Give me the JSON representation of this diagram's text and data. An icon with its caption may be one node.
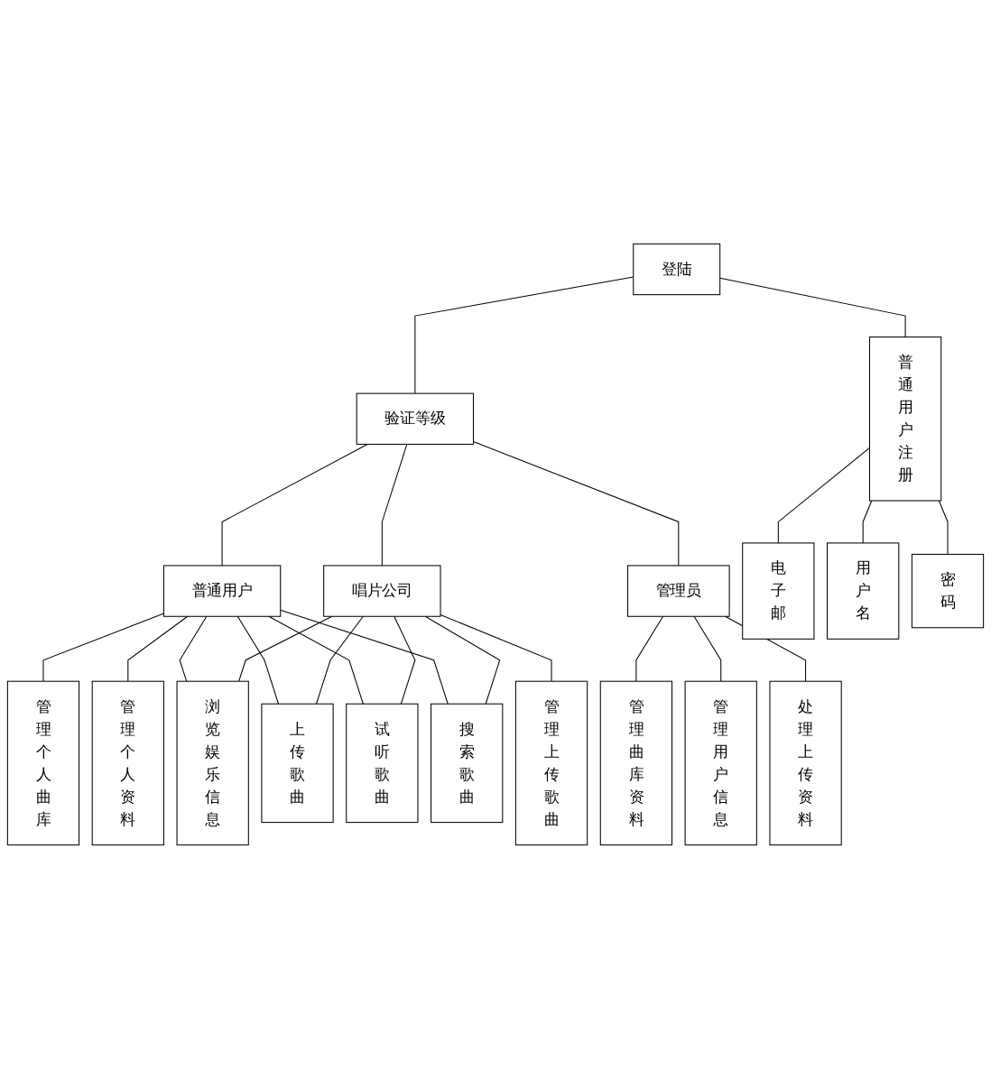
{
  "diagram": {
    "nodes": [
      {
        "text": [
          "登陆"
        ]
      },
      {
        "text": [
          "验证等级"
        ]
      },
      {
        "text": [
          "普通用户"
        ]
      },
      {
        "text": [
          "唱片公司"
        ]
      },
      {
        "text": [
          "管理员"
        ]
      },
      {
        "text": [
          "管理个人曲库"
        ]
      },
      {
        "text": [
          "管理个人资料"
        ]
      },
      {
        "text": [
          "浏览娱乐信息"
        ]
      },
      {
        "text": [
          "上传歌曲"
        ]
      },
      {
        "text": [
          "试听歌曲"
        ]
      },
      {
        "text": [
          "搜索歌曲"
        ]
      },
      {
        "text": [
          "管理上传歌曲"
        ]
      },
      {
        "text": [
          "管理曲库资料"
        ]
      },
      {
        "text": [
          "管理用户信息"
        ]
      },
      {
        "text": [
          "处理上传资料"
        ]
      },
      {
        "text": [
          "普通用户注册"
        ]
      },
      {
        "text": [
          "电子邮"
        ]
      },
      {
        "text": [
          "用户名"
        ]
      },
      {
        "text": [
          "密码"
        ]
      }
    ],
    "edges": [
      {
        "from": 0,
        "to": 1,
        "arrow": "none"
      },
      {
        "from": 0,
        "to": 15,
        "arrow": "none"
      },
      {
        "from": 1,
        "to": 2,
        "arrow": "none"
      },
      {
        "from": 1,
        "to": 3,
        "arrow": "none"
      },
      {
        "from": 1,
        "to": 4,
        "arrow": "none"
      },
      {
        "from": 2,
        "to": 5,
        "arrow": "none"
      },
      {
        "from": 2,
        "to": 6,
        "arrow": "none"
      },
      {
        "from": 2,
        "to": 7,
        "arrow": "none"
      },
      {
        "from": 2,
        "to": 8,
        "arrow": "none"
      },
      {
        "from": 2,
        "to": 9,
        "arrow": "none"
      },
      {
        "from": 2,
        "to": 10,
        "arrow": "none"
      },
      {
        "from": 3,
        "to": 7,
        "arrow": "none"
      },
      {
        "from": 3,
        "to": 8,
        "arrow": "none"
      },
      {
        "from": 3,
        "to": 9,
        "arrow": "none"
      },
      {
        "from": 3,
        "to": 10,
        "arrow": "none"
      },
      {
        "from": 3,
        "to": 11,
        "arrow": "none"
      },
      {
        "from": 4,
        "to": 12,
        "arrow": "none"
      },
      {
        "from": 4,
        "to": 13,
        "arrow": "none"
      },
      {
        "from": 4,
        "to": 14,
        "arrow": "none"
      },
      {
        "from": 15,
        "to": 16,
        "arrow": "none"
      },
      {
        "from": 15,
        "to": 17,
        "arrow": "none"
      },
      {
        "from": 15,
        "to": 18,
        "arrow": "none"
      }
    ]
  }
}
